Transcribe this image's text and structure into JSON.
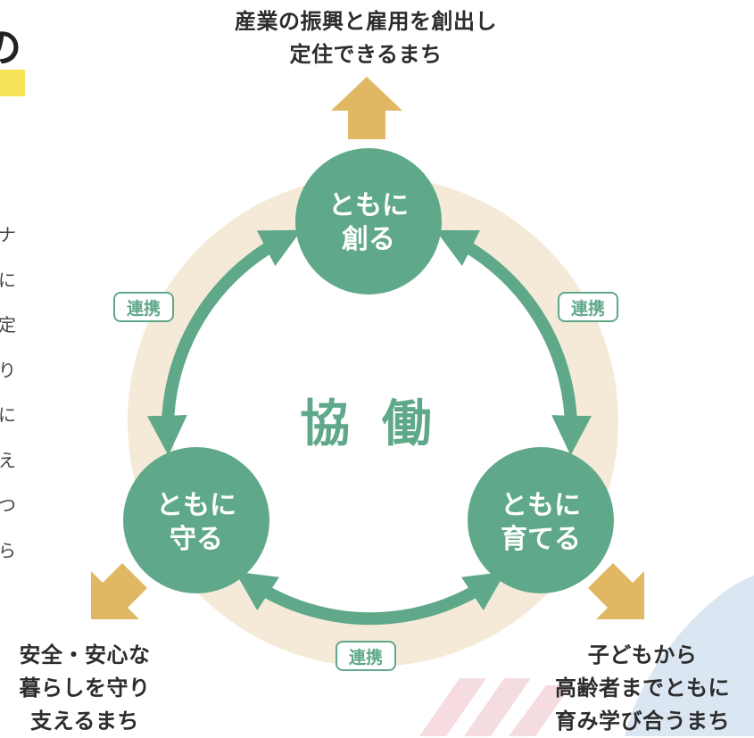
{
  "heading_fragment": "の",
  "vertical_chars": [
    "ナ",
    "に",
    "定",
    "り",
    "に",
    "え",
    "つ",
    "ら"
  ],
  "nodes": {
    "top": {
      "line1": "ともに",
      "line2": "創る"
    },
    "left": {
      "line1": "ともに",
      "line2": "守る"
    },
    "right": {
      "line1": "ともに",
      "line2": "育てる"
    }
  },
  "center_label": "協 働",
  "link_labels": {
    "left": "連携",
    "right": "連携",
    "bottom": "連携"
  },
  "outcomes": {
    "top": [
      "産業の振興と雇用を創出し",
      "定住できるまち"
    ],
    "left": [
      "安全・安心な",
      "暮らしを守り",
      "支えるまち"
    ],
    "right": [
      "子どもから",
      "高齢者までともに",
      "育み学び合うまち"
    ]
  },
  "colors": {
    "green": "#5fa88a",
    "ring": "#f5ead8",
    "arrow_gold": "#e0b762",
    "highlight": "#f5e35a",
    "deco_blue": "#dbe6f3",
    "deco_pink": "#f4d6dc"
  }
}
